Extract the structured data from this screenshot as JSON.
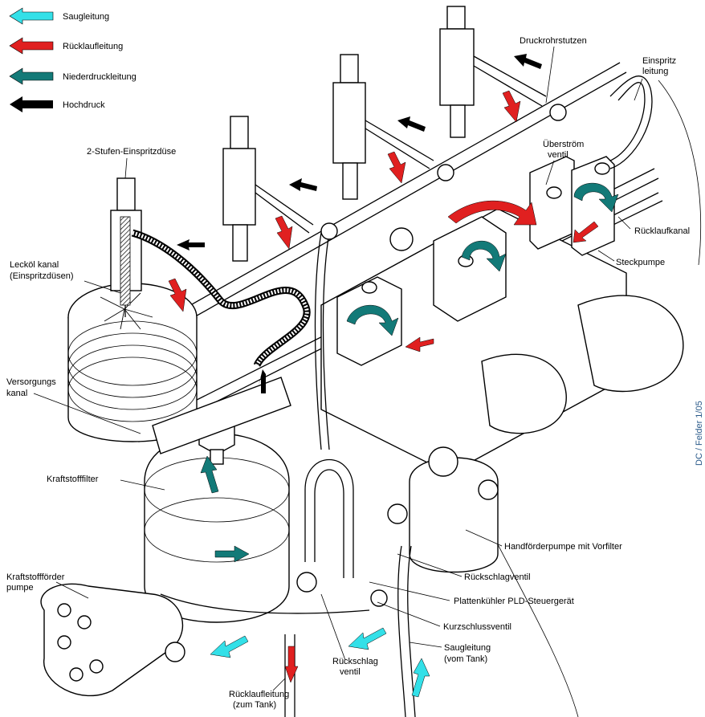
{
  "legend": [
    {
      "label": "Saugleitung",
      "color": "#33e0e8",
      "arrow": "cyan-arrow"
    },
    {
      "label": "Rücklaufleitung",
      "color": "#e02020",
      "arrow": "red-arrow"
    },
    {
      "label": "Niederdruckleitung",
      "color": "#137a78",
      "arrow": "teal-arrow"
    },
    {
      "label": "Hochdruck",
      "color": "#000000",
      "arrow": "black-arrow"
    }
  ],
  "labels": {
    "druckrohrstutzen": "Druckrohrstutzen",
    "einspritzleitung_1": "Einspritz",
    "einspritzleitung_2": "leitung",
    "zweistufen": "2-Stufen-Einspritzdüse",
    "ueberstrom_1": "Überström",
    "ueberstrom_2": "ventil",
    "ruecklaufkanal": "Rücklaufkanal",
    "steckpumpe": "Steckpumpe",
    "leckoel_1": "Lecköl kanal",
    "leckoel_2": "(Einspritzdüsen)",
    "versorgung_1": "Versorgungs",
    "versorgung_2": "kanal",
    "kraftstofffilter": "Kraftstofffilter",
    "handfoerder": "Handförderpumpe mit Vorfilter",
    "foerderpumpe_1": "Kraftstoffförder",
    "foerderpumpe_2": "pumpe",
    "rueckschlag_top": "Rückschlagventil",
    "plattenkuehler": "Plattenkühler PLD-Steuergerät",
    "kurzschluss": "Kurzschlussventil",
    "saug_1": "Saugleitung",
    "saug_2": "(vom Tank)",
    "rueckschlag_1": "Rückschlag",
    "rueckschlag_2": "ventil",
    "ruecklauf_1": "Rücklaufleitung",
    "ruecklauf_2": "(zum Tank)",
    "side_note": "DC / Felder 1/05"
  }
}
